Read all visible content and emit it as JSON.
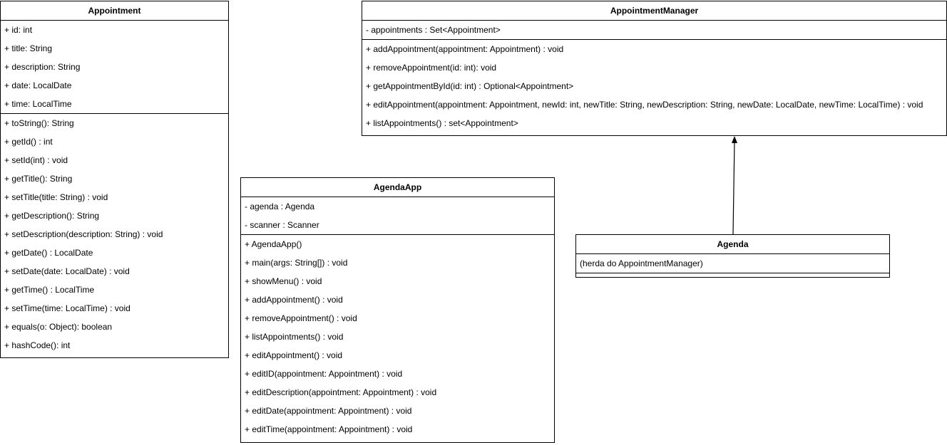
{
  "classes": {
    "appointment": {
      "name": "Appointment",
      "attributes": [
        "+ id: int",
        "+ title: String",
        "+ description: String",
        "+ date: LocalDate",
        "+ time: LocalTime"
      ],
      "methods": [
        "+ toString(): String",
        "+ getId() : int",
        "+ setId(int) : void",
        "+ getTitle(): String",
        "+ setTitle(title: String) : void",
        "+ getDescription(): String",
        "+ setDescription(description: String) : void",
        "+ getDate() : LocalDate",
        "+ setDate(date: LocalDate) : void",
        "+ getTime() : LocalTime",
        "+ setTime(time: LocalTime) : void",
        "+ equals(o: Object): boolean",
        "+ hashCode(): int"
      ]
    },
    "appointment_manager": {
      "name": "AppointmentManager",
      "attributes": [
        "- appointments : Set<Appointment>"
      ],
      "methods": [
        "+ addAppointment(appointment: Appointment) : void",
        "+ removeAppointment(id: int): void",
        "+ getAppointmentById(id: int) : Optional<Appointment>",
        "+ editAppointment(appointment: Appointment, newId: int, newTitle: String, newDescription: String, newDate: LocalDate, newTime: LocalTime) : void",
        "+ listAppointments() : set<Appointment>"
      ]
    },
    "agenda_app": {
      "name": "AgendaApp",
      "attributes": [
        "- agenda : Agenda",
        "- scanner : Scanner"
      ],
      "methods": [
        "+ AgendaApp()",
        "+ main(args: String[]) : void",
        "+ showMenu() : void",
        "+ addAppointment() : void",
        "+ removeAppointment() : void",
        "+ listAppointments() : void",
        "+ editAppointment() : void",
        "+ editID(appointment: Appointment) : void",
        "+ editDescription(appointment: Appointment) : void",
        "+ editDate(appointment: Appointment) : void",
        "+ editTime(appointment: Appointment) : void"
      ]
    },
    "agenda": {
      "name": "Agenda",
      "attributes": [
        "(herda do AppointmentManager)"
      ],
      "methods": []
    }
  }
}
